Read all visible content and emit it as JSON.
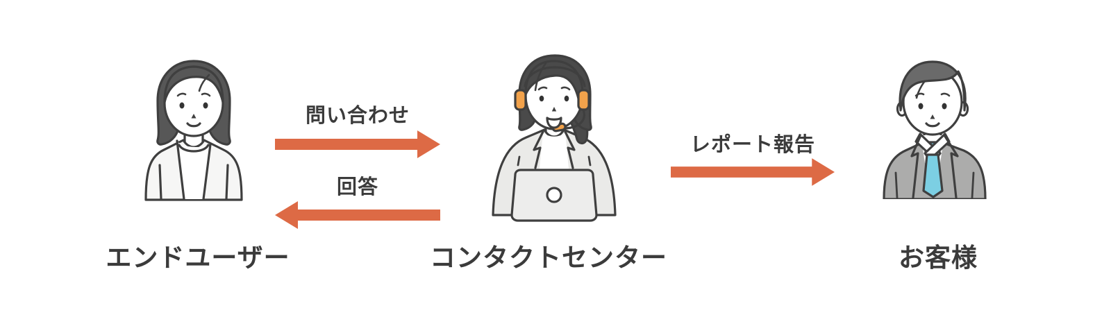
{
  "palette": {
    "background": "#ffffff",
    "accent": "#dd6a45",
    "text": "#3b3b3b",
    "outline": "#3f3f3f",
    "headset_orange": "#f2a24b",
    "tie_blue": "#7ccfe3",
    "suit_gray": "#acacab",
    "jacket_light_gray": "#eaeae8",
    "cardigan_white": "#f6f6f5",
    "laptop_gray": "#ededec",
    "hair_enduser": "#575757",
    "hair_contact": "#4a4a4a",
    "hair_customer": "#6a6a6a"
  },
  "actors": [
    {
      "id": "end-user",
      "label": "エンドユーザー",
      "illustration": "woman-bob-haircut"
    },
    {
      "id": "contact-center",
      "label": "コンタクトセンター",
      "illustration": "woman-headset-laptop"
    },
    {
      "id": "customer",
      "label": "お客様",
      "illustration": "man-suit-blue-tie"
    }
  ],
  "flows": [
    {
      "id": "inquiry",
      "label": "問い合わせ",
      "from": "end-user",
      "to": "contact-center",
      "direction": "right"
    },
    {
      "id": "answer",
      "label": "回答",
      "from": "contact-center",
      "to": "end-user",
      "direction": "left"
    },
    {
      "id": "report",
      "label": "レポート報告",
      "from": "contact-center",
      "to": "customer",
      "direction": "right"
    }
  ]
}
